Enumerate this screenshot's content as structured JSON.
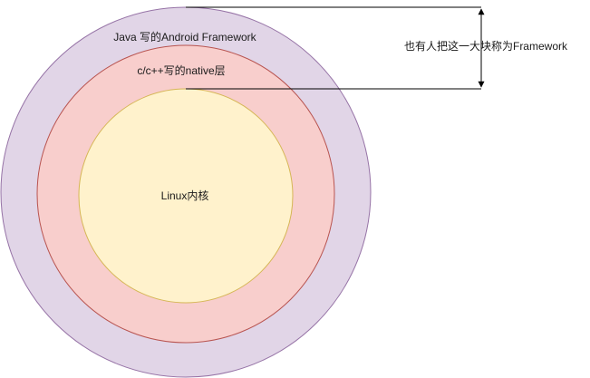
{
  "layers": [
    {
      "id": "java",
      "label": "Java 写的Android Framework",
      "fill": "#e1d5e7",
      "stroke": "#9673a6"
    },
    {
      "id": "native",
      "label": "c/c++写的native层",
      "fill": "#f8cecc",
      "stroke": "#b85450"
    },
    {
      "id": "kernel",
      "label": "Linux内核",
      "fill": "#fff2cc",
      "stroke": "#d6b656"
    }
  ],
  "annotation": {
    "label": "也有人把这一大块称为Framework",
    "line_color": "#000000"
  }
}
